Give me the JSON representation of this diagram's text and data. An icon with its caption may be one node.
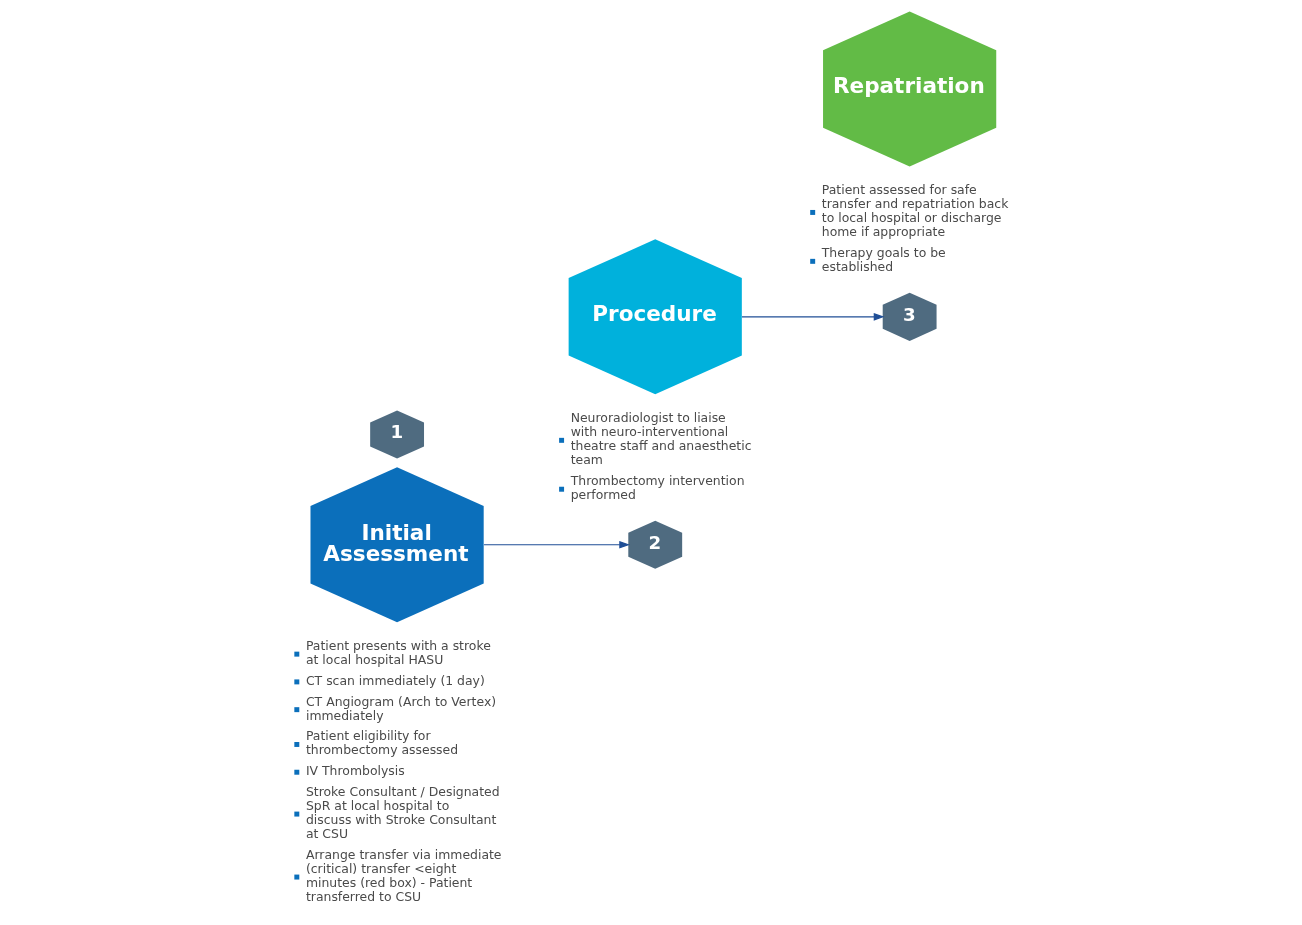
{
  "diagram": {
    "nodes": [
      {
        "text": [
          "1"
        ]
      },
      {
        "text": [
          "Initial Assessment"
        ],
        "beside": [
          "Patient presents with a stroke at local hospital HASU",
          "CT scan immediately (1 day)",
          "CT Angiogram (Arch to Vertex) immediately",
          "Patient eligibility for thrombectomy assessed",
          "IV Thrombolysis",
          "Stroke Consultant / Designated SpR at local hospital to discuss with Stroke Consultant at CSU",
          "Arrange transfer via immediate (critical) transfer <eight minutes (red box) - Patient transferred to CSU"
        ]
      },
      {
        "text": [
          "2"
        ]
      },
      {
        "text": [
          "Procedure"
        ],
        "beside": [
          "Neuroradiologist to liaise with neuro-interventional theatre staff and anaesthetic team",
          "Thrombectomy intervention performed"
        ]
      },
      {
        "text": [
          "3"
        ]
      },
      {
        "text": [
          "Repatriation"
        ],
        "beside": [
          "Patient assessed for safe transfer and repatriation back to local hospital or discharge home if appropriate",
          "Therapy goals to be established"
        ]
      }
    ],
    "edges": [
      {
        "from": 1,
        "to": 2,
        "arrow": "to"
      },
      {
        "from": 3,
        "to": 4,
        "arrow": "to"
      }
    ]
  }
}
